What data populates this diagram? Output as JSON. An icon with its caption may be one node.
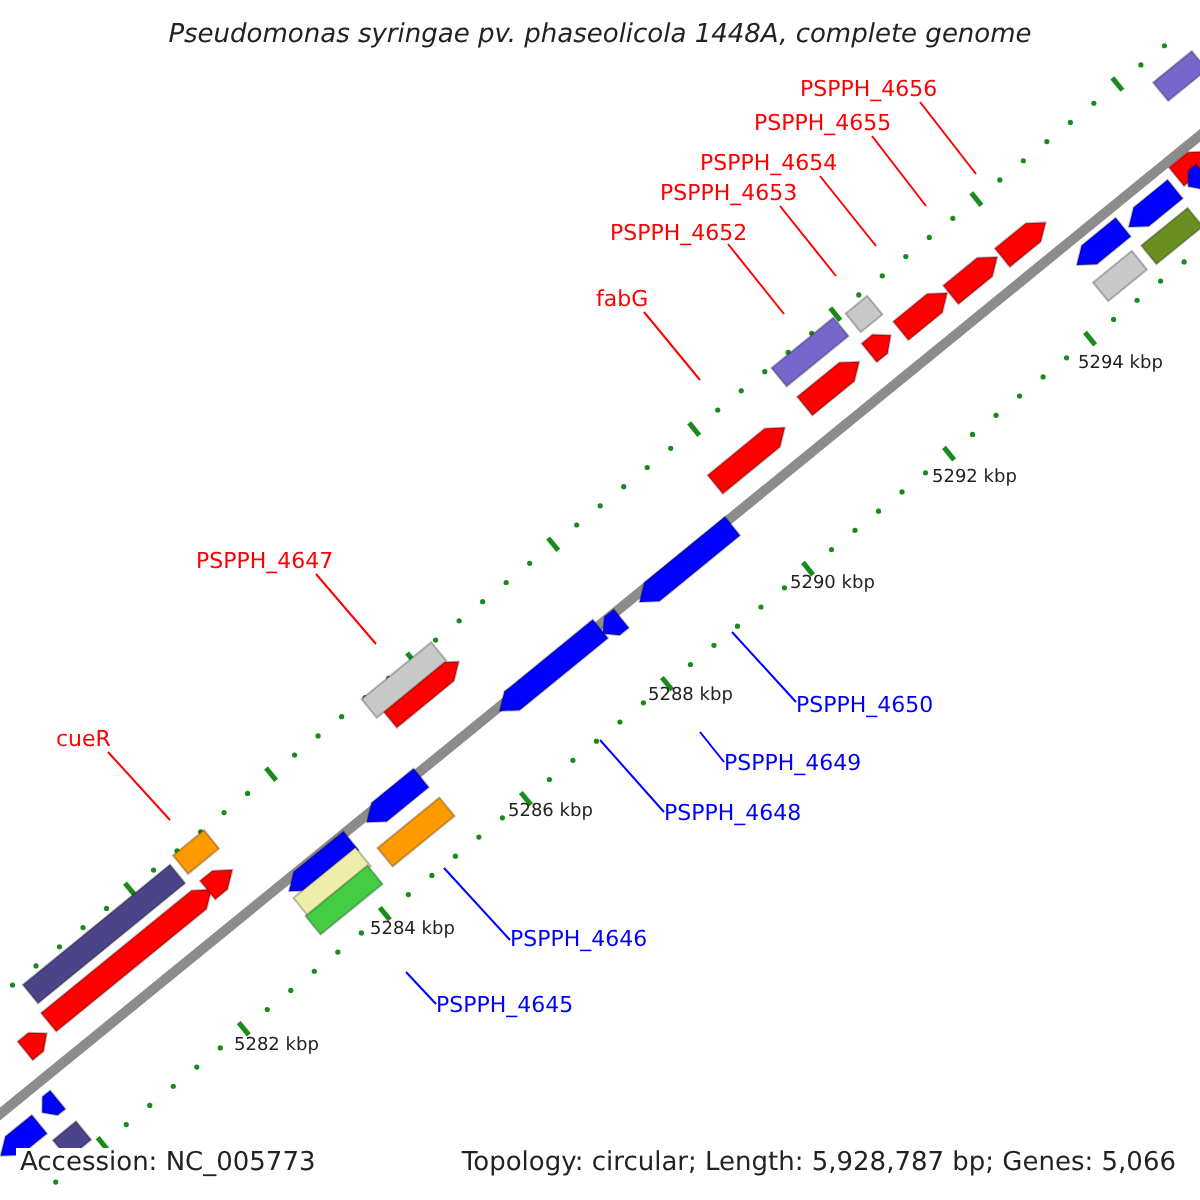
{
  "diagram": {
    "title": "Pseudomonas syringae pv. phaseolicola 1448A, complete genome",
    "nodes": [
      {
        "text": [
          "PSPPH_4656"
        ]
      },
      {
        "text": [
          "PSPPH_4655"
        ]
      },
      {
        "text": [
          "PSPPH_4654"
        ]
      },
      {
        "text": [
          "PSPPH_4653"
        ]
      },
      {
        "text": [
          "PSPPH_4652"
        ]
      },
      {
        "text": [
          "fabG"
        ]
      },
      {
        "text": [
          "PSPPH_4647"
        ]
      },
      {
        "text": [
          "PSPPH_4650"
        ]
      },
      {
        "text": [
          "cueR"
        ]
      },
      {
        "text": [
          "PSPPH_4649"
        ]
      },
      {
        "text": [
          "PSPPH_4648"
        ]
      },
      {
        "text": [
          "PSPPH_4646"
        ]
      },
      {
        "text": [
          "PSPPH_4645"
        ]
      }
    ],
    "edges": [
      {
        "from": 0,
        "to": null,
        "arrow": "none"
      },
      {
        "from": 1,
        "to": null,
        "arrow": "none"
      },
      {
        "from": 2,
        "to": null,
        "arrow": "none"
      },
      {
        "from": 3,
        "to": null,
        "arrow": "none"
      },
      {
        "from": 4,
        "to": null,
        "arrow": "none"
      },
      {
        "from": 5,
        "to": null,
        "arrow": "none"
      },
      {
        "from": 6,
        "to": null,
        "arrow": "none"
      },
      {
        "from": 7,
        "to": null,
        "arrow": "none",
        "color": "#0000ff"
      },
      {
        "from": 8,
        "to": null,
        "arrow": "none"
      },
      {
        "from": 9,
        "to": null,
        "arrow": "none",
        "color": "#0000ff"
      },
      {
        "from": 10,
        "to": null,
        "arrow": "none",
        "color": "#0000ff"
      },
      {
        "from": 11,
        "to": null,
        "arrow": "none",
        "color": "#0000ff"
      },
      {
        "from": 12,
        "to": null,
        "arrow": "none",
        "color": "#0000ff"
      }
    ],
    "labels": [
      "5294 kbp",
      "5292 kbp",
      "5290 kbp",
      "5288 kbp",
      "5286 kbp",
      "5284 kbp",
      "5282 kbp",
      "Accession: NC_005773",
      "Topology: circular; Length: 5,928,787 bp; Genes: 5,066"
    ]
  }
}
